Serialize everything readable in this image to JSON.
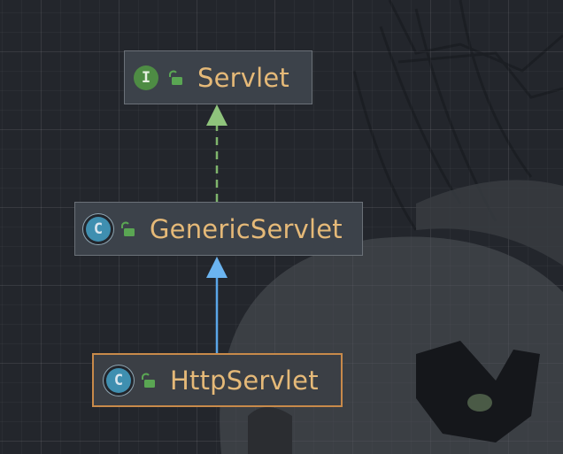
{
  "diagram": {
    "nodes": [
      {
        "id": "servlet",
        "label": "Servlet",
        "kind": "interface",
        "kind_letter": "I",
        "visibility_icon": "unlock-icon"
      },
      {
        "id": "generic",
        "label": "GenericServlet",
        "kind": "class",
        "kind_letter": "C",
        "visibility_icon": "unlock-icon"
      },
      {
        "id": "http",
        "label": "HttpServlet",
        "kind": "class",
        "kind_letter": "C",
        "visibility_icon": "unlock-icon",
        "selected": true
      }
    ],
    "edges": [
      {
        "from": "generic",
        "to": "servlet",
        "type": "implements",
        "style": "dashed",
        "color": "#7fb56c"
      },
      {
        "from": "http",
        "to": "generic",
        "type": "extends",
        "style": "solid",
        "color": "#5aa6e8"
      }
    ]
  },
  "colors": {
    "background": "#23262c",
    "node_fill": "#3c424a",
    "label": "#e5b978",
    "selected_border": "#c88a4a"
  }
}
